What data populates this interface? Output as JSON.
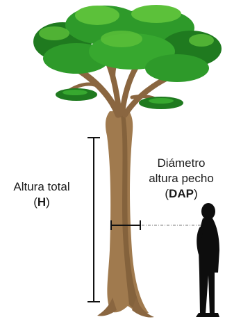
{
  "labels": {
    "height_line1": "Altura total",
    "height_open": "(",
    "height_abbr": "H",
    "height_close": ")",
    "dap_line1": "Diámetro",
    "dap_line2": "altura pecho",
    "dap_open": "(",
    "dap_abbr": "DAP",
    "dap_close": ")"
  },
  "colors": {
    "canopy_dark": "#1f7a1f",
    "canopy_mid": "#2e9a2a",
    "canopy_light": "#5cc13a",
    "trunk": "#a07a4e",
    "trunk_shade": "#6e4f2e",
    "measure_line": "#111111",
    "silhouette": "#0d0d0d"
  }
}
